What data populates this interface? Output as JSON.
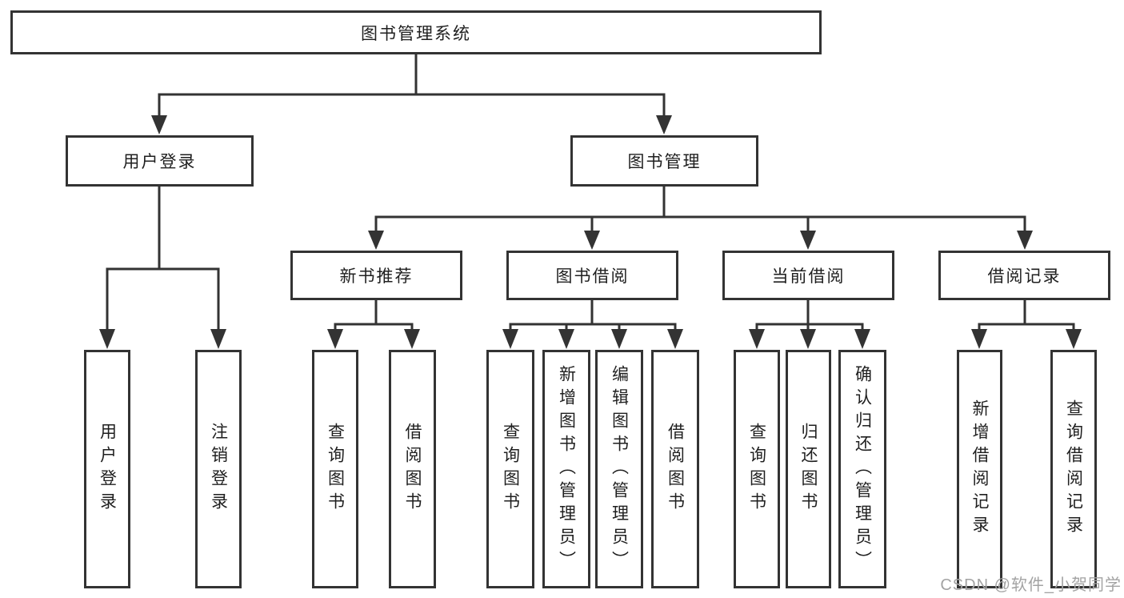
{
  "tree": {
    "label": "图书管理系统",
    "children": [
      {
        "label": "用户登录",
        "children": [
          {
            "label": "用户登录"
          },
          {
            "label": "注销登录"
          }
        ]
      },
      {
        "label": "图书管理",
        "children": [
          {
            "label": "新书推荐",
            "children": [
              {
                "label": "查询图书"
              },
              {
                "label": "借阅图书"
              }
            ]
          },
          {
            "label": "图书借阅",
            "children": [
              {
                "label": "查询图书"
              },
              {
                "label": "新增图书（管理员）"
              },
              {
                "label": "编辑图书（管理员）"
              },
              {
                "label": "借阅图书"
              }
            ]
          },
          {
            "label": "当前借阅",
            "children": [
              {
                "label": "查询图书"
              },
              {
                "label": "归还图书"
              },
              {
                "label": "确认归还（管理员）"
              }
            ]
          },
          {
            "label": "借阅记录",
            "children": [
              {
                "label": "新增借阅记录"
              },
              {
                "label": "查询借阅记录"
              }
            ]
          }
        ]
      }
    ]
  },
  "watermark": {
    "text": "CSDN @软件_小贺同学"
  },
  "colors": {
    "line": "#333333",
    "box_border": "#333333",
    "text": "#1f1f1f",
    "watermark": "#a3a3a3",
    "background": "#ffffff"
  }
}
